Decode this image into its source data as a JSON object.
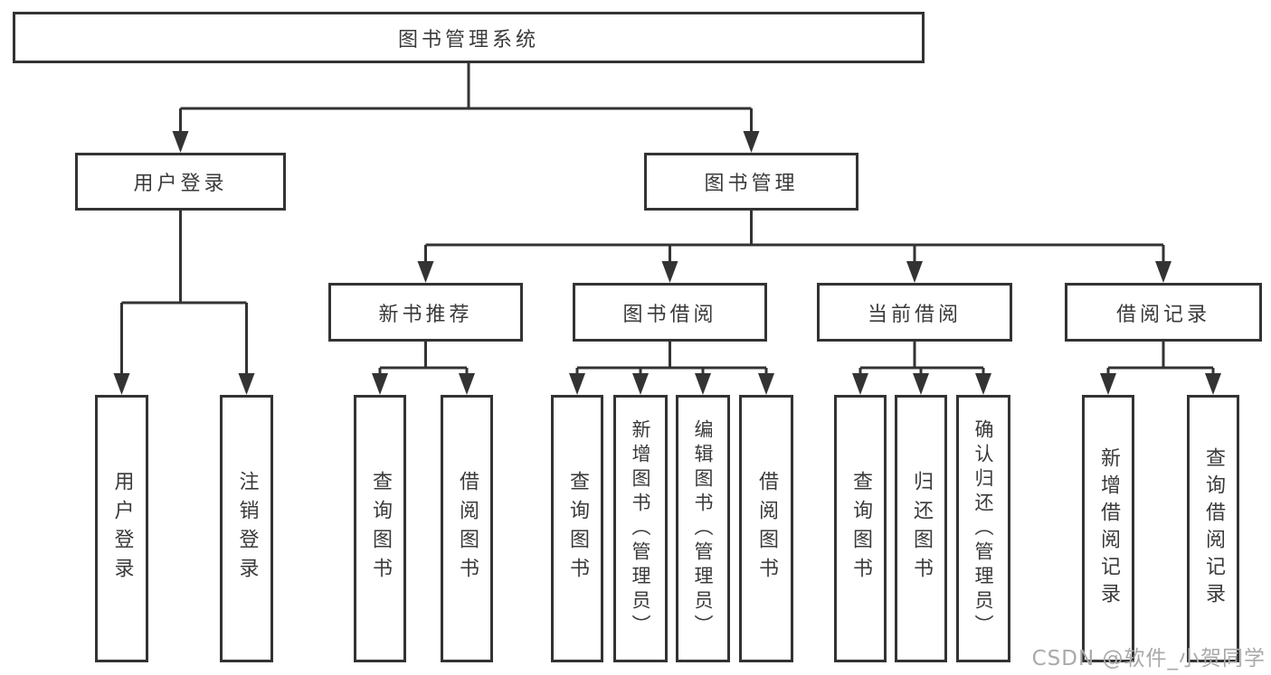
{
  "diagram": {
    "tree": {
      "label": "图书管理系统",
      "children": [
        {
          "label": "用户登录",
          "children": [
            {
              "label": "用户登录"
            },
            {
              "label": "注销登录"
            }
          ]
        },
        {
          "label": "图书管理",
          "children": [
            {
              "label": "新书推荐",
              "children": [
                {
                  "label": "查询图书"
                },
                {
                  "label": "借阅图书"
                }
              ]
            },
            {
              "label": "图书借阅",
              "children": [
                {
                  "label": "查询图书"
                },
                {
                  "label": "新增图书（管理员）"
                },
                {
                  "label": "编辑图书（管理员）"
                },
                {
                  "label": "借阅图书"
                }
              ]
            },
            {
              "label": "当前借阅",
              "children": [
                {
                  "label": "查询图书"
                },
                {
                  "label": "归还图书"
                },
                {
                  "label": "确认归还（管理员）"
                }
              ]
            },
            {
              "label": "借阅记录",
              "children": [
                {
                  "label": "新增借阅记录"
                },
                {
                  "label": "查询借阅记录"
                }
              ]
            }
          ]
        }
      ]
    }
  },
  "watermark": {
    "text": "CSDN @软件_小贺同学"
  },
  "colors": {
    "line": "#333333",
    "box_border": "#333333",
    "text": "#3a3a3a",
    "watermark": "#a9a9a9",
    "background": "#ffffff"
  }
}
